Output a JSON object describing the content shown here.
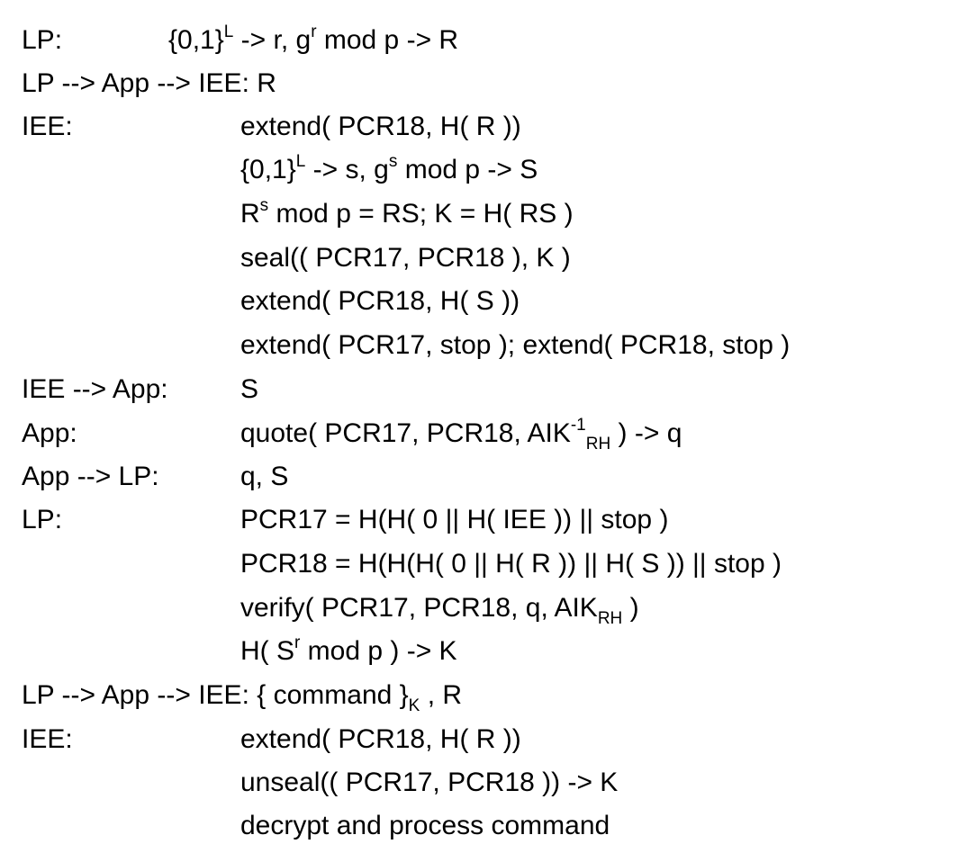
{
  "lines": [
    {
      "actor": "LP:",
      "stmt": [
        "{0,1}",
        "L",
        " -> r, g",
        "r",
        " mod p -> R"
      ]
    },
    {
      "actor": "LP --> App --> IEE: R"
    },
    {
      "actor": "IEE:",
      "stmt": [
        "extend( PCR18, H( R ))"
      ]
    },
    {
      "stmt": [
        "{0,1}",
        "L",
        " -> s, g",
        "s",
        " mod p -> S"
      ]
    },
    {
      "stmt": [
        "R",
        "s",
        " mod p = RS; K = H( RS )"
      ]
    },
    {
      "stmt": [
        "seal(( PCR17, PCR18 ), K )"
      ]
    },
    {
      "stmt": [
        "extend( PCR18, H( S ))"
      ]
    },
    {
      "stmt": [
        "extend( PCR17, stop ); extend( PCR18, stop )"
      ]
    },
    {
      "actor": "IEE --> App:",
      "stmt": [
        "S"
      ]
    },
    {
      "actor": "App:",
      "stmt": [
        "quote( PCR17, PCR18, AIK",
        "-1",
        "RH",
        " ) -> q"
      ]
    },
    {
      "actor": "App --> LP:",
      "stmt": [
        "q, S"
      ]
    },
    {
      "actor": "LP:",
      "stmt": [
        "PCR17 = H(H( 0 || H( IEE )) || stop )"
      ]
    },
    {
      "stmt": [
        "PCR18 = H(H(H( 0 || H( R )) || H( S )) || stop )"
      ]
    },
    {
      "stmt": [
        "verify( PCR17, PCR18, q, AIK",
        "RH",
        " )"
      ]
    },
    {
      "stmt": [
        "H( S",
        "r",
        " mod p ) -> K"
      ]
    },
    {
      "actor": "LP --> App --> IEE: { command }",
      "stmt": [
        "K",
        " , R"
      ]
    },
    {
      "actor": "IEE:",
      "stmt": [
        "extend( PCR18, H( R ))"
      ]
    },
    {
      "stmt": [
        "unseal(( PCR17, PCR18 )) -> K"
      ]
    },
    {
      "stmt": [
        "decrypt and process command"
      ]
    }
  ]
}
